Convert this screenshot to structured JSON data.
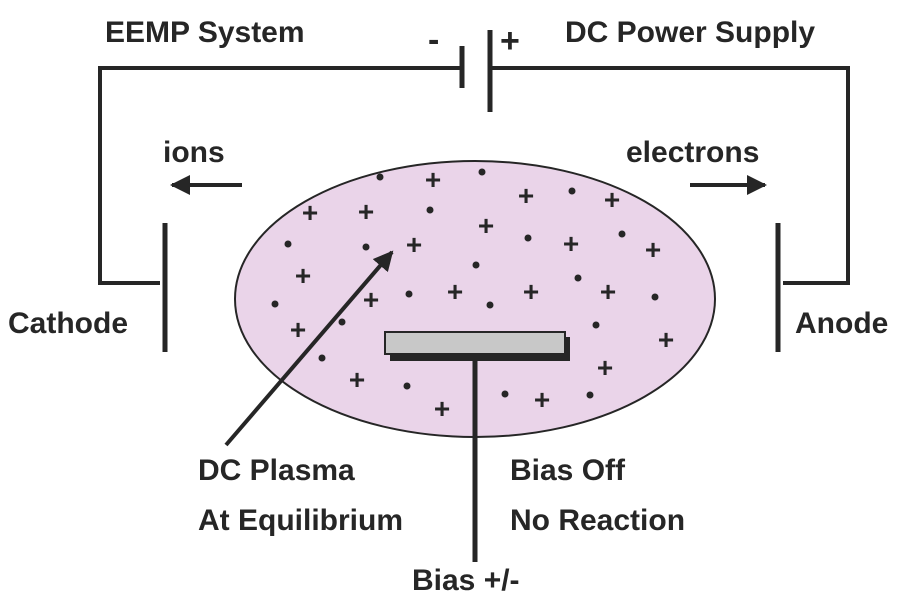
{
  "labels": {
    "eemp": "EEMP System",
    "minus": "-",
    "plus": "+",
    "dc_supply": "DC Power Supply",
    "ions": "ions",
    "electrons": "electrons",
    "cathode": "Cathode",
    "anode": "Anode",
    "plasma_line1": "DC Plasma",
    "plasma_line2": "At Equilibrium",
    "bias_off_line1": "Bias Off",
    "bias_off_line2": "No Reaction",
    "bias": "Bias +/-"
  },
  "particles": {
    "ion_symbol": "+",
    "electron_symbol": "•"
  },
  "colors": {
    "plasma_fill": "#ead4e9",
    "ink": "#262626",
    "substrate_fill": "#c8c8c8"
  }
}
